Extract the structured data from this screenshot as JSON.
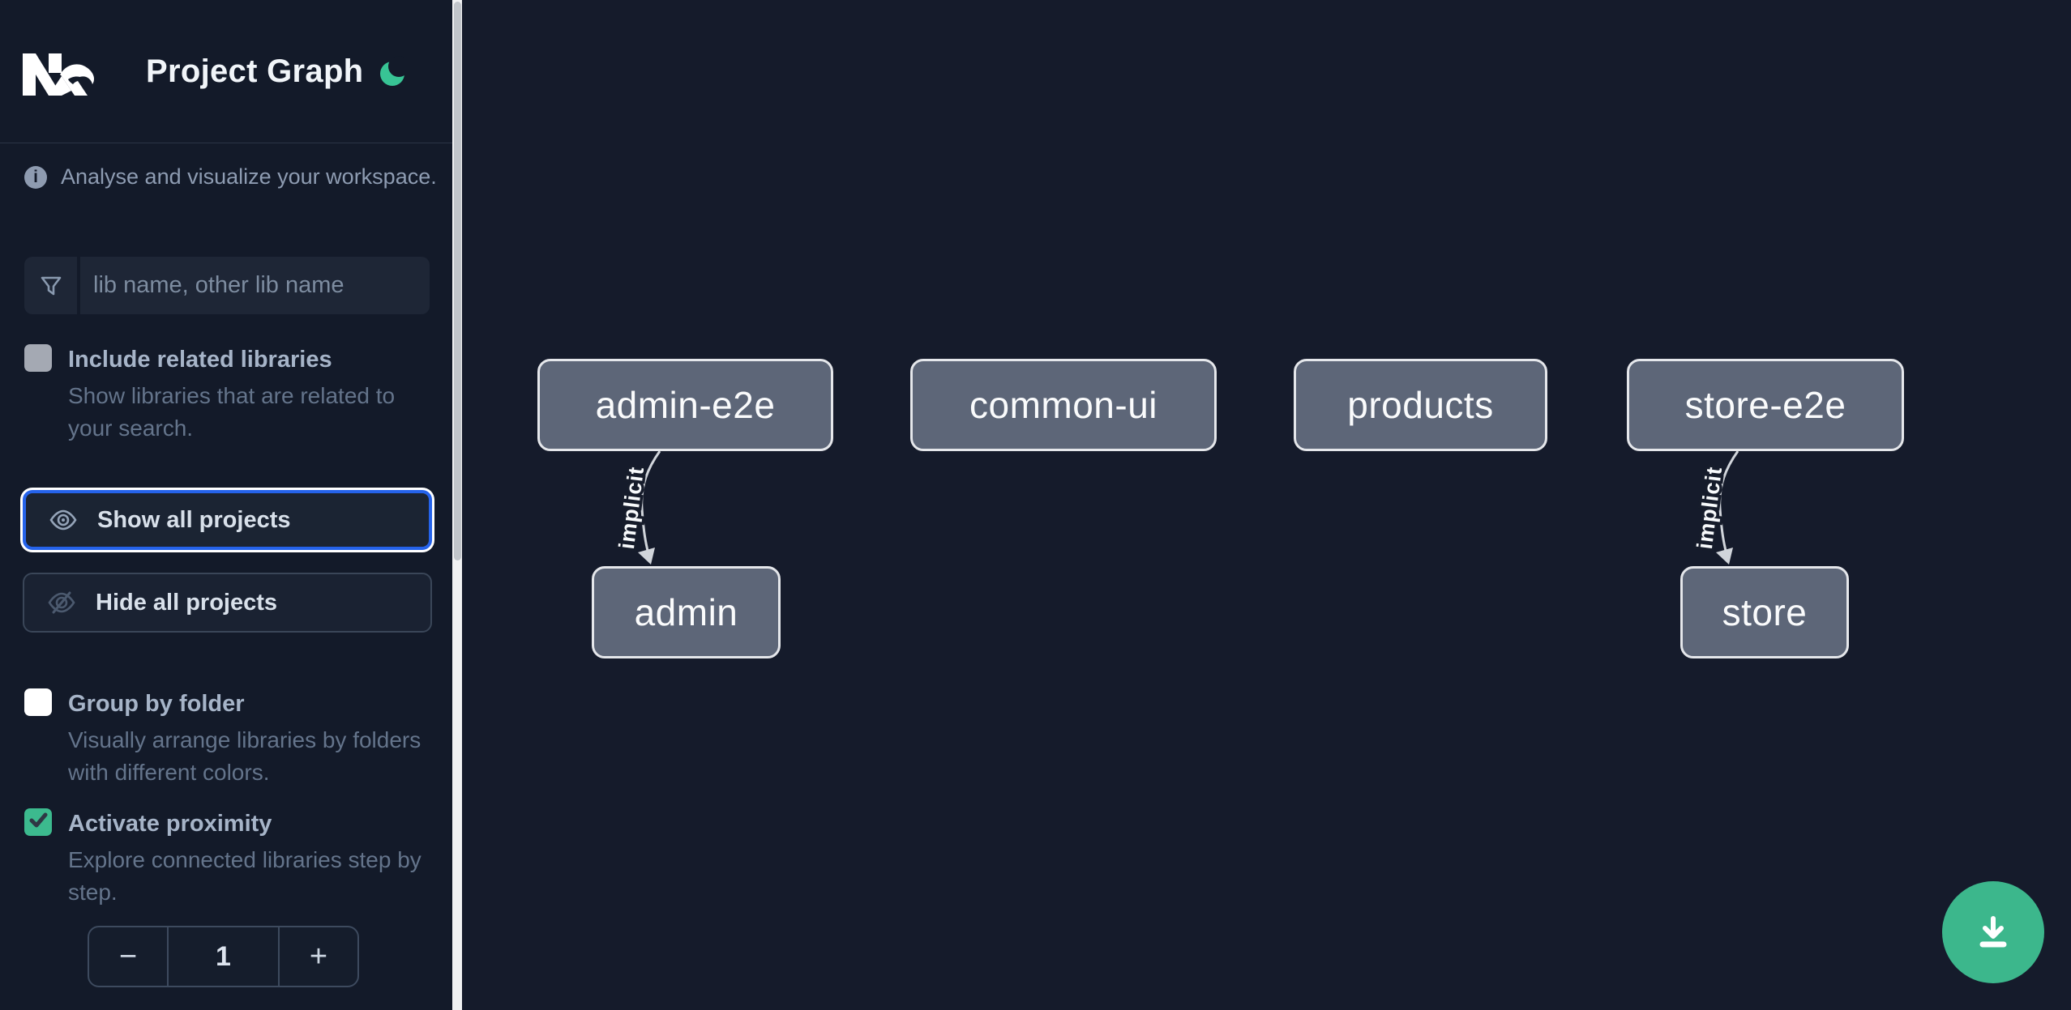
{
  "header": {
    "title": "Project Graph",
    "logo": "nx-logo",
    "theme_icon": "moon-icon"
  },
  "sidebar": {
    "tagline": "Analyse and visualize your workspace.",
    "search": {
      "placeholder": "lib name, other lib name"
    },
    "options": [
      {
        "label": "Include related libraries",
        "description": "Show libraries that are related to your search.",
        "checked": false
      },
      {
        "label": "Group by folder",
        "description": "Visually arrange libraries by folders with different colors.",
        "checked": false
      },
      {
        "label": "Activate proximity",
        "description": "Explore connected libraries step by step.",
        "checked": true
      }
    ],
    "actions": [
      {
        "label": "Show all projects",
        "icon": "eye-icon",
        "focused": true
      },
      {
        "label": "Hide all projects",
        "icon": "eye-off-icon",
        "focused": false
      }
    ],
    "proximity_stepper": {
      "decrement_label": "−",
      "value": "1",
      "increment_label": "+"
    }
  },
  "graph": {
    "nodes": [
      {
        "label": "admin-e2e"
      },
      {
        "label": "common-ui"
      },
      {
        "label": "products"
      },
      {
        "label": "store-e2e"
      },
      {
        "label": "admin"
      },
      {
        "label": "store"
      }
    ],
    "edges": [
      {
        "from": "admin-e2e",
        "to": "admin",
        "label": "implicit"
      },
      {
        "from": "store-e2e",
        "to": "store",
        "label": "implicit"
      }
    ]
  },
  "fab": {
    "icon": "download-icon"
  },
  "colors": {
    "accent_green": "#3cba8e",
    "focus_blue": "#2563eb",
    "node_fill": "#5d6678",
    "node_border": "#e5e7eb",
    "sidebar_bg": "#131a29",
    "canvas_bg": "#151b2b"
  }
}
